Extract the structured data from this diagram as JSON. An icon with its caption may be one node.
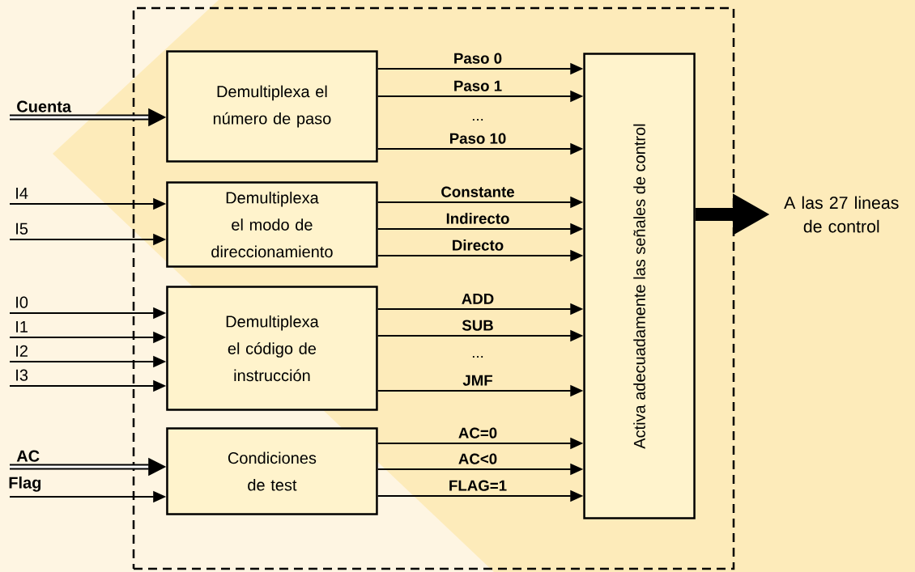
{
  "diagram": {
    "nodes": [
      {
        "text": [],
        "shape": "box"
      },
      {
        "text": [
          "Demultiplexa el número de paso"
        ],
        "in": 0
      },
      {
        "text": [
          "Demultiplexa el modo de direccionamiento"
        ],
        "in": 0
      },
      {
        "text": [
          "Demultiplexa el código de instrucción"
        ],
        "in": 0
      },
      {
        "text": [
          "Condiciones de test"
        ],
        "in": 0
      },
      {
        "text": [
          "Activa adecuadamente las señales de control"
        ],
        "in": 0
      },
      {
        "text": [
          "A las 27 lineas de control"
        ]
      }
    ],
    "edges": [
      {
        "from": null,
        "to": 1,
        "arrow": "to",
        "label": "Cuenta",
        "style": "thick"
      },
      {
        "from": null,
        "to": 2,
        "arrow": "to",
        "label": "I4"
      },
      {
        "from": null,
        "to": 2,
        "arrow": "to",
        "label": "I5"
      },
      {
        "from": null,
        "to": 3,
        "arrow": "to",
        "label": "I0"
      },
      {
        "from": null,
        "to": 3,
        "arrow": "to",
        "label": "I1"
      },
      {
        "from": null,
        "to": 3,
        "arrow": "to",
        "label": "I2"
      },
      {
        "from": null,
        "to": 3,
        "arrow": "to",
        "label": "I3"
      },
      {
        "from": null,
        "to": 4,
        "arrow": "to",
        "label": "AC",
        "style": "thick"
      },
      {
        "from": null,
        "to": 4,
        "arrow": "to",
        "label": "Flag"
      },
      {
        "from": 1,
        "to": 5,
        "arrow": "to",
        "label": "Paso 0"
      },
      {
        "from": 1,
        "to": 5,
        "arrow": "to",
        "label": "Paso 1"
      },
      {
        "from": 1,
        "to": 5,
        "arrow": "to",
        "label": "Paso 10"
      },
      {
        "from": 2,
        "to": 5,
        "arrow": "to",
        "label": "Constante"
      },
      {
        "from": 2,
        "to": 5,
        "arrow": "to",
        "label": "Indirecto"
      },
      {
        "from": 2,
        "to": 5,
        "arrow": "to",
        "label": "Directo"
      },
      {
        "from": 3,
        "to": 5,
        "arrow": "to",
        "label": "ADD"
      },
      {
        "from": 3,
        "to": 5,
        "arrow": "to",
        "label": "SUB"
      },
      {
        "from": 3,
        "to": 5,
        "arrow": "to",
        "label": "JMF"
      },
      {
        "from": 4,
        "to": 5,
        "arrow": "to",
        "label": "AC=0"
      },
      {
        "from": 4,
        "to": 5,
        "arrow": "to",
        "label": "AC<0"
      },
      {
        "from": 4,
        "to": 5,
        "arrow": "to",
        "label": "FLAG=1"
      },
      {
        "from": 5,
        "to": 6,
        "arrow": "to",
        "style": "thick"
      }
    ],
    "labels": [
      "...",
      "..."
    ]
  }
}
